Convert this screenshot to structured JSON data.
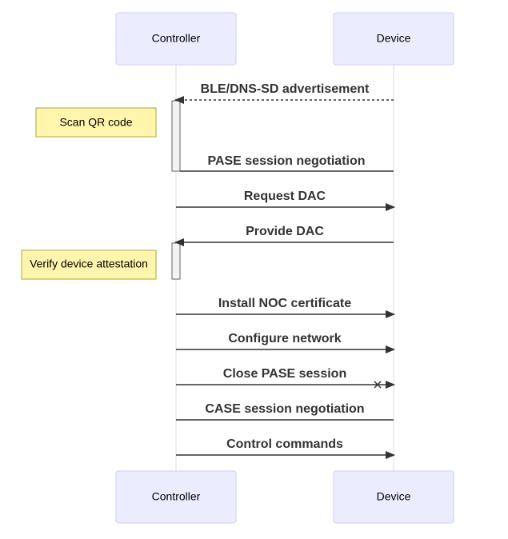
{
  "participants": {
    "controller": {
      "top_label": "Controller",
      "bottom_label": "Controller"
    },
    "device": {
      "top_label": "Device",
      "bottom_label": "Device"
    }
  },
  "notes": {
    "scan_qr": "Scan QR code",
    "verify_attestation": "Verify device attestation"
  },
  "messages": [
    {
      "label": "BLE/DNS-SD advertisement",
      "from": "device",
      "to": "controller",
      "style": "dotted",
      "arrow": "filled"
    },
    {
      "label": "PASE session negotiation",
      "from": "device",
      "to": "controller",
      "style": "solid",
      "arrow": "none"
    },
    {
      "label": "Request DAC",
      "from": "controller",
      "to": "device",
      "style": "solid",
      "arrow": "filled"
    },
    {
      "label": "Provide DAC",
      "from": "device",
      "to": "controller",
      "style": "solid",
      "arrow": "filled"
    },
    {
      "label": "Install NOC certificate",
      "from": "controller",
      "to": "device",
      "style": "solid",
      "arrow": "filled"
    },
    {
      "label": "Configure network",
      "from": "controller",
      "to": "device",
      "style": "solid",
      "arrow": "filled"
    },
    {
      "label": "Close PASE session",
      "from": "controller",
      "to": "device",
      "style": "solid",
      "arrow": "cross"
    },
    {
      "label": "CASE session negotiation",
      "from": "device",
      "to": "controller",
      "style": "solid",
      "arrow": "none"
    },
    {
      "label": "Control commands",
      "from": "controller",
      "to": "device",
      "style": "solid",
      "arrow": "filled"
    }
  ],
  "colors": {
    "actor_fill": "#ECECFF",
    "actor_border": "#CCCCFF",
    "note_fill": "#FFF5AD",
    "note_border": "#AAAA33",
    "line": "#333333",
    "lifeline": "#DDDDDD",
    "activation_fill": "#F4F4F4"
  }
}
